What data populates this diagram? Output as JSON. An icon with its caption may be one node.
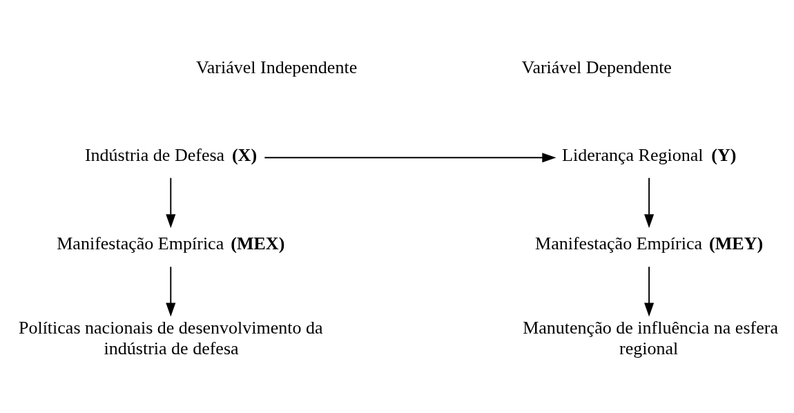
{
  "diagram": {
    "nodes": [
      {
        "text": [
          "Indústria de Defesa **(X)**"
        ]
      },
      {
        "text": [
          "Liderança Regional **(Y)**"
        ]
      },
      {
        "text": [
          "Manifestação Empírica **(MEX)**"
        ]
      },
      {
        "text": [
          "Manifestação Empírica **(MEY)**"
        ]
      },
      {
        "text": [
          "Políticas nacionais de desenvolvimento da indústria de defesa"
        ]
      },
      {
        "text": [
          "Manutenção de influência na esfera regional"
        ]
      }
    ],
    "edges": [
      {
        "from": 0,
        "to": 1,
        "arrow": "to"
      },
      {
        "from": 0,
        "to": 2,
        "arrow": "to"
      },
      {
        "from": 1,
        "to": 3,
        "arrow": "to"
      },
      {
        "from": 2,
        "to": 4,
        "arrow": "to"
      },
      {
        "from": 3,
        "to": 5,
        "arrow": "to"
      }
    ],
    "labels": [
      "Variável Independente",
      "Variável Dependente"
    ]
  }
}
